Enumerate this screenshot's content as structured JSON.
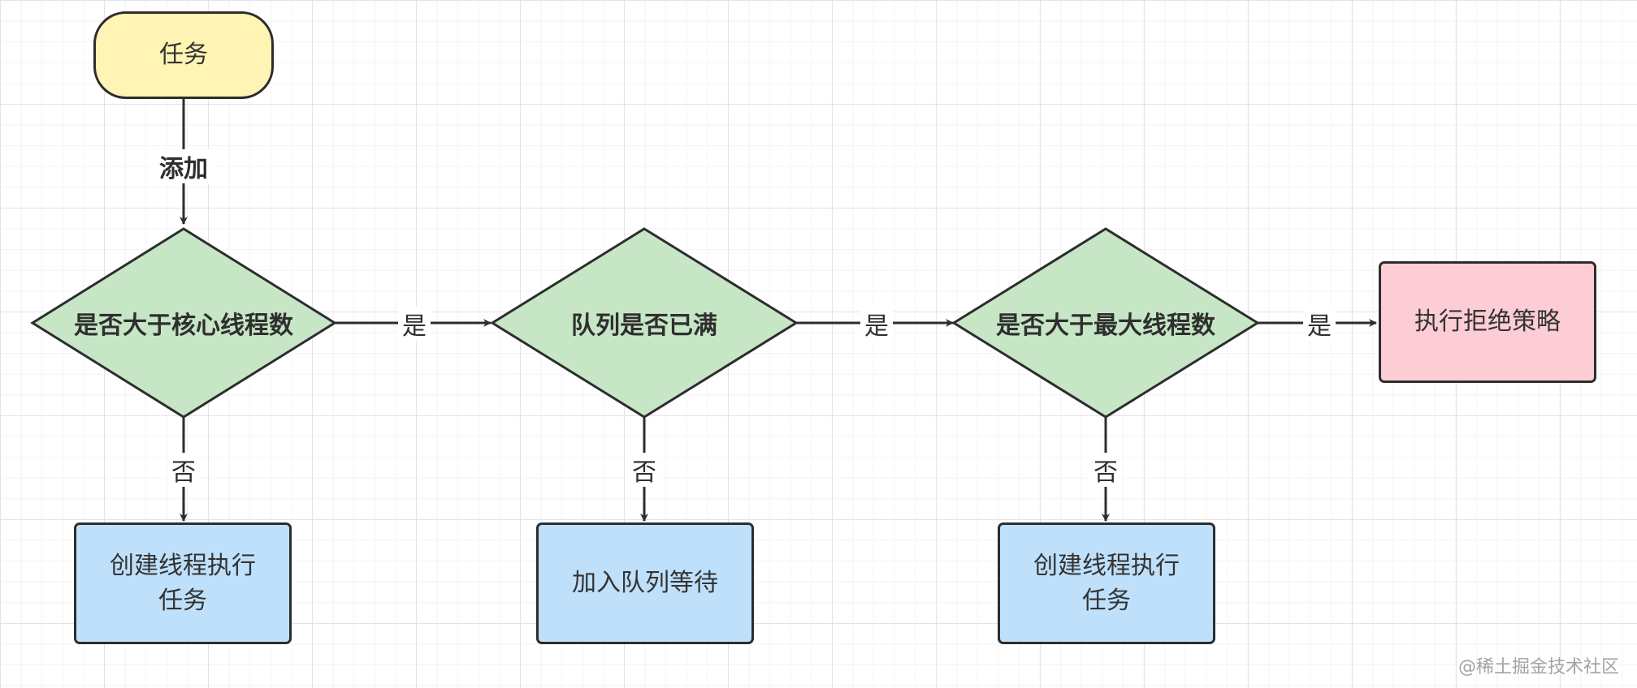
{
  "colors": {
    "start_fill": "#fff4b3",
    "decision_fill": "#c6e6c6",
    "process_fill": "#bfe0fb",
    "reject_fill": "#fdcdd6",
    "stroke": "#2d2d2d"
  },
  "nodes": {
    "start": "任务",
    "decision_core": "是否大于核心线程数",
    "decision_queue": "队列是否已满",
    "decision_max": "是否大于最大线程数",
    "reject": "执行拒绝策略",
    "create_thread_1": "创建线程执行任务",
    "enqueue": "加入队列等待",
    "create_thread_2": "创建线程执行任务"
  },
  "edges": {
    "add": "添加",
    "yes_1": "是",
    "yes_2": "是",
    "yes_3": "是",
    "no_1": "否",
    "no_2": "否",
    "no_3": "否"
  },
  "watermark": "@稀土掘金技术社区"
}
